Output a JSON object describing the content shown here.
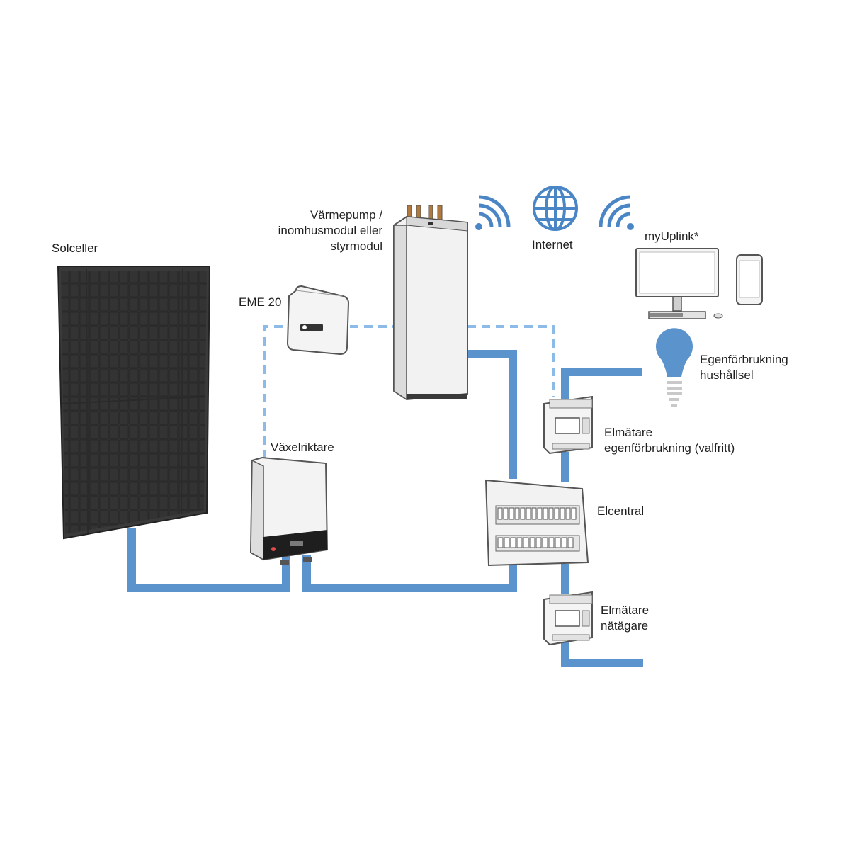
{
  "colors": {
    "cable": "#5b93cc",
    "data_link": "#8dbbe8",
    "panel": "#3a3a3a",
    "panel_grid": "#222222",
    "icon_blue": "#4a86c5",
    "bulb": "#5b93cc",
    "device_outline": "#555555",
    "device_fill": "#f7f7f7"
  },
  "labels": {
    "solar": "Solceller",
    "heatpump": [
      "Värmepump /",
      "inomhusmodul eller",
      "styrmodul"
    ],
    "eme": "EME 20",
    "inverter": "Växelriktare",
    "internet": "Internet",
    "myuplink": "myUplink*",
    "consumption": [
      "Egenförbrukning",
      "hushållsel"
    ],
    "meter_self": [
      "Elmätare",
      "egenförbrukning (valfritt)"
    ],
    "distribution": "Elcentral",
    "meter_grid": [
      "Elmätare",
      "nätägare"
    ]
  },
  "icons": {
    "wifi_left": "wifi-icon",
    "globe": "globe-icon",
    "wifi_right": "wifi-icon",
    "computer": "computer-icon",
    "phone": "smartphone-icon",
    "bulb": "light-bulb-icon"
  }
}
